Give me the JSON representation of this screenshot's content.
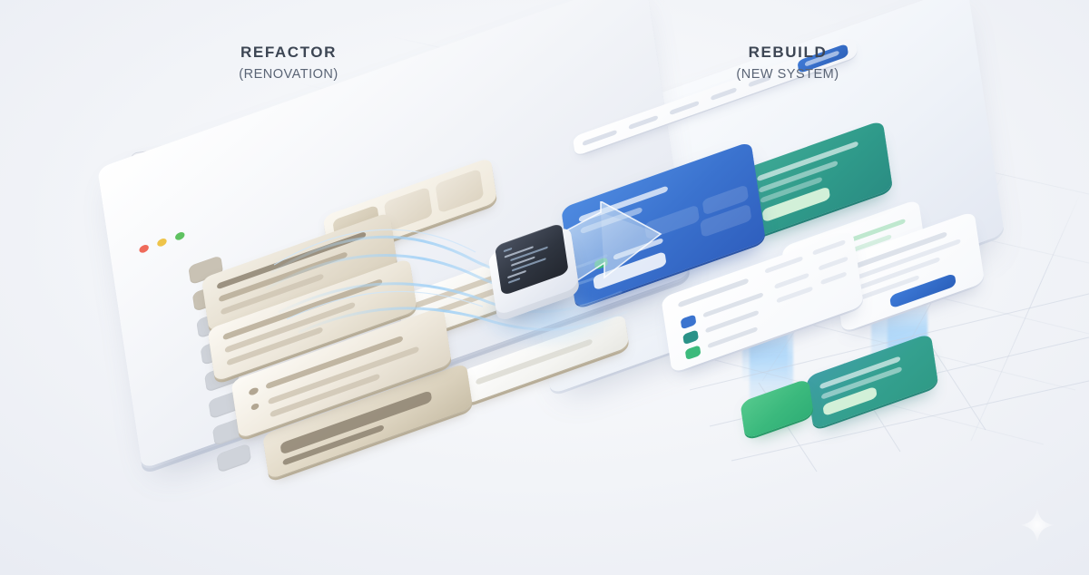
{
  "scene": {
    "title": "Refactor vs Rebuild isometric comparison illustration",
    "background_color": "#eef0f6"
  },
  "labels": {
    "left": {
      "main": "REFACTOR",
      "sub": "(RENOVATION)"
    },
    "right": {
      "main": "REBUILD",
      "sub": "(NEW SYSTEM)"
    }
  },
  "colors": {
    "accent_blue": "#3b73cf",
    "accent_teal": "#2f9a8a",
    "accent_green": "#3bb97d",
    "legacy_beige": "#e6dfd0",
    "legacy_dark": "#8d8371",
    "surface_white": "#ffffff",
    "text_primary": "#3d4654",
    "text_secondary": "#5a6475",
    "beam_blue": "#96cdfa"
  },
  "left_panel": {
    "name": "legacy-system-platform",
    "window_controls": [
      {
        "name": "close-dot",
        "color": "#ef6a5a"
      },
      {
        "name": "minimize-dot",
        "color": "#eec44a"
      },
      {
        "name": "maximize-dot",
        "color": "#5fc261"
      }
    ],
    "sidebar_items_count": 8,
    "legacy_cards": [
      {
        "name": "legacy-card-1",
        "lines": 3
      },
      {
        "name": "legacy-card-2",
        "lines": 3
      },
      {
        "name": "legacy-card-3",
        "lines": 3
      },
      {
        "name": "legacy-card-4",
        "lines": 3
      },
      {
        "name": "legacy-card-5",
        "lines": 2
      }
    ],
    "code_notes": [
      {
        "name": "code-note-1",
        "lines": 5
      },
      {
        "name": "code-note-2",
        "lines": 6
      },
      {
        "name": "code-note-3",
        "lines": 6
      },
      {
        "name": "code-note-4",
        "lines": 5
      },
      {
        "name": "code-note-5",
        "lines": 4
      }
    ],
    "tile_row_count": 3
  },
  "center": {
    "chip": {
      "name": "code-module-chip",
      "code_lines": 7
    },
    "arrow": {
      "name": "migration-arrow",
      "direction": "right"
    },
    "light_streams": 4
  },
  "right_panel": {
    "name": "new-system-platform",
    "navbar": {
      "pills": 5,
      "action_button": "primary"
    },
    "cards": [
      {
        "name": "hero-card-blue",
        "tone": "blue",
        "header_lines": 2,
        "tiles": 3,
        "status_dot": "green",
        "button": "light"
      },
      {
        "name": "summary-card-teal",
        "tone": "teal",
        "lines": 3,
        "button": "light-green"
      },
      {
        "name": "notification-card-white",
        "tone": "white",
        "icon": "green-square",
        "lines": 2
      },
      {
        "name": "list-card-white",
        "tone": "white",
        "rows": 3,
        "dots": [
          "blue",
          "teal",
          "green"
        ]
      },
      {
        "name": "detail-card-white",
        "tone": "white",
        "lines": 4,
        "button": "blue"
      },
      {
        "name": "deploy-card-teal",
        "tone": "teal-deep",
        "lines": 2,
        "button": "light-green"
      },
      {
        "name": "deploy-tile-green",
        "tone": "green"
      }
    ]
  },
  "decor": {
    "sparkle": {
      "name": "sparkle-icon",
      "points": 4
    }
  }
}
